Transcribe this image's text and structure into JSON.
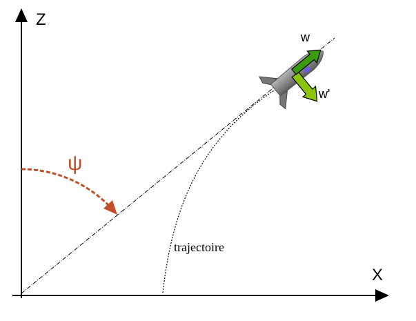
{
  "axes": {
    "z_label": "Z",
    "x_label": "X"
  },
  "angle": {
    "label": "ψ",
    "color": "#c0502a"
  },
  "trajectory": {
    "label": "trajectoire"
  },
  "rocket": {
    "w_label": "w",
    "w_prime_label": "w'",
    "w_color": "#3a9a10",
    "w_prime_color": "#8cc40c"
  }
}
